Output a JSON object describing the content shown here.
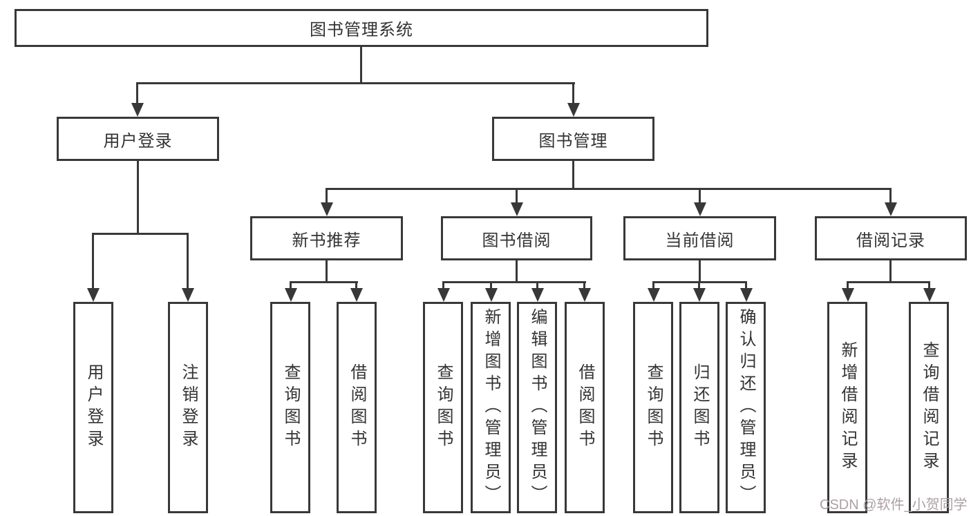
{
  "diagram": {
    "type": "hierarchy-tree",
    "colors": {
      "line": "#383838",
      "text": "#333333",
      "background": "#ffffff",
      "watermark": "#aba1a4"
    },
    "watermark": "CSDN @软件_小贺同学",
    "nodes": {
      "root": {
        "label": "图书管理系统"
      },
      "user_login": {
        "label": "用户登录"
      },
      "book_mgmt": {
        "label": "图书管理"
      },
      "user_login_leaf": {
        "label": "用户登录"
      },
      "logout_leaf": {
        "label": "注销登录"
      },
      "new_book_rec": {
        "label": "新书推荐"
      },
      "book_borrow": {
        "label": "图书借阅"
      },
      "current_borrow": {
        "label": "当前借阅"
      },
      "borrow_record": {
        "label": "借阅记录"
      },
      "nbr_query": {
        "label": "查询图书"
      },
      "nbr_borrow": {
        "label": "借阅图书"
      },
      "bb_query": {
        "label": "查询图书"
      },
      "bb_add": {
        "label": "新增图书（管理员）"
      },
      "bb_edit": {
        "label": "编辑图书（管理员）"
      },
      "bb_borrow": {
        "label": "借阅图书"
      },
      "cb_query": {
        "label": "查询图书"
      },
      "cb_return": {
        "label": "归还图书"
      },
      "cb_confirm": {
        "label": "确认归还（管理员）"
      },
      "br_add": {
        "label": "新增借阅记录"
      },
      "br_query": {
        "label": "查询借阅记录"
      }
    }
  }
}
